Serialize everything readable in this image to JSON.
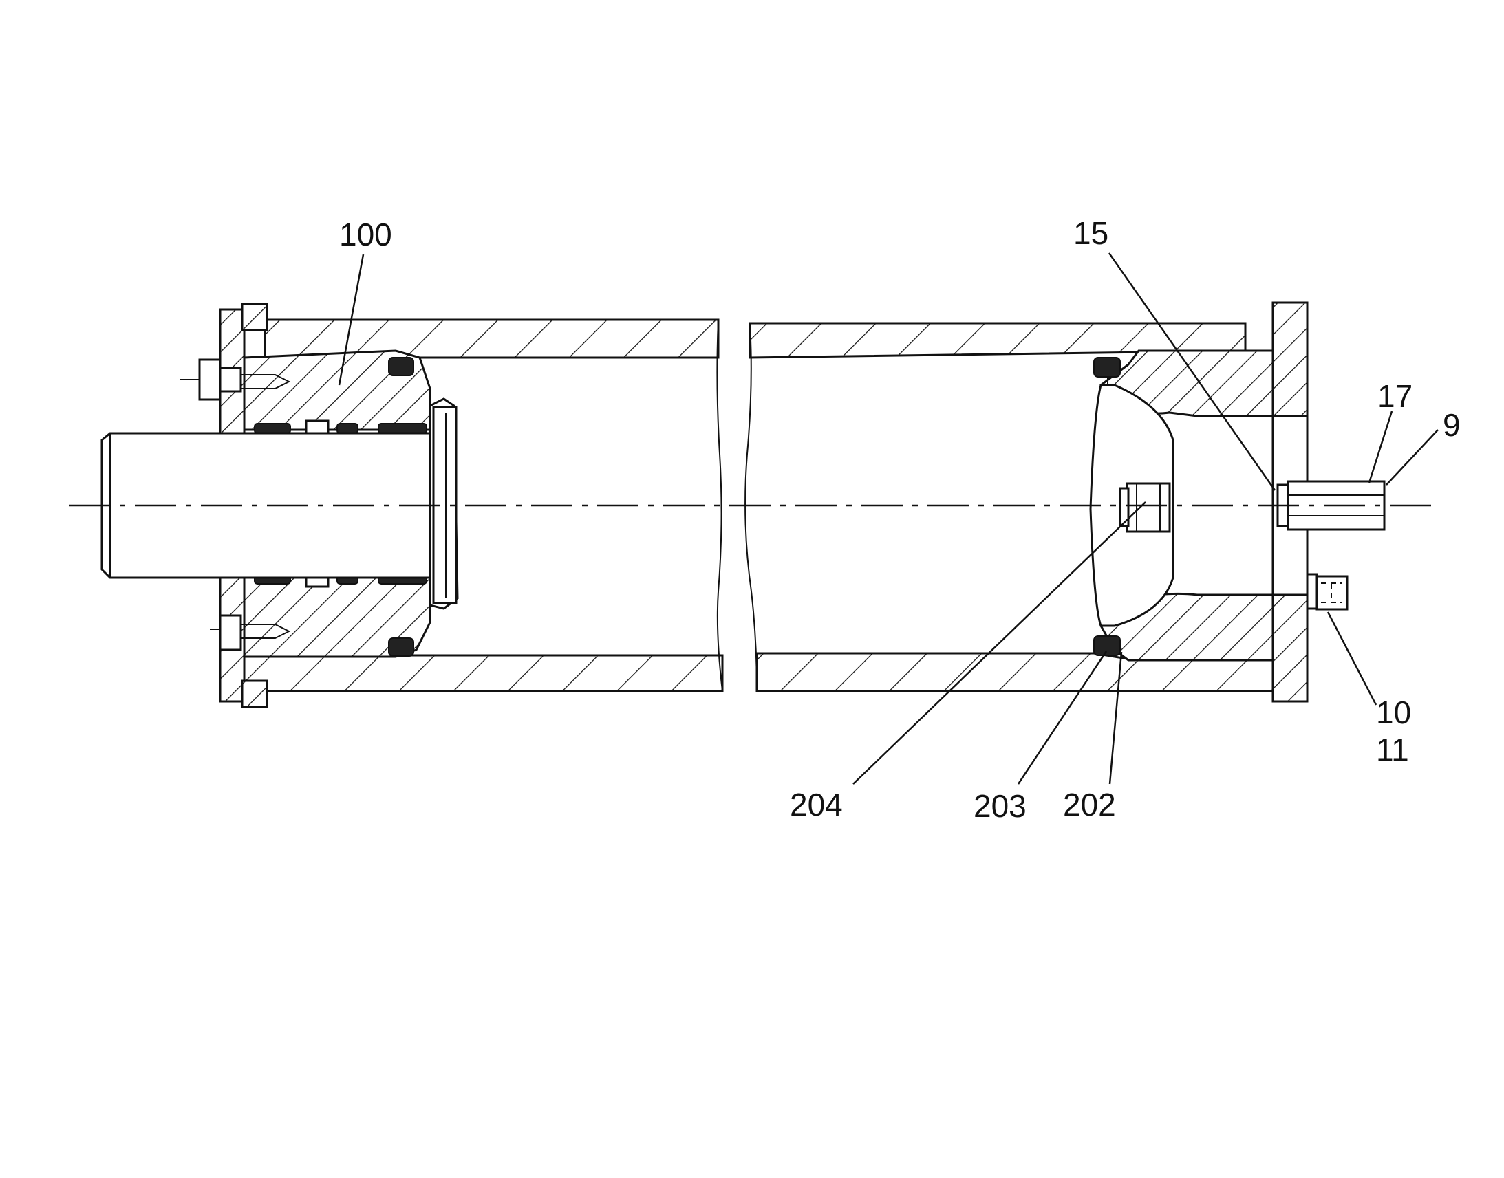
{
  "labels": {
    "l100": "100",
    "l15": "15",
    "l17": "17",
    "l9": "9",
    "l10": "10",
    "l11": "11",
    "l204": "204",
    "l203": "203",
    "l202": "202"
  }
}
